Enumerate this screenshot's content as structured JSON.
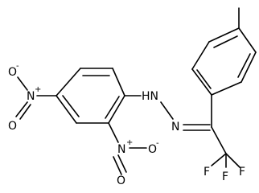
{
  "molecule": {
    "atoms": {
      "nitro_left_o_top": {
        "label": "O",
        "charge": "-"
      },
      "nitro_left_n": {
        "label": "N",
        "charge": "+"
      },
      "nitro_left_o_bottom": {
        "label": "O"
      },
      "hydrazine_nh": {
        "label": "HN"
      },
      "hydrazone_n": {
        "label": "N"
      },
      "nitro_bottom_n": {
        "label": "N",
        "charge": "+"
      },
      "nitro_bottom_o_right": {
        "label": "O",
        "charge": "-"
      },
      "nitro_bottom_o_left": {
        "label": "O"
      },
      "fluorine_1": {
        "label": "F"
      },
      "fluorine_2": {
        "label": "F"
      },
      "fluorine_3": {
        "label": "F"
      }
    }
  }
}
